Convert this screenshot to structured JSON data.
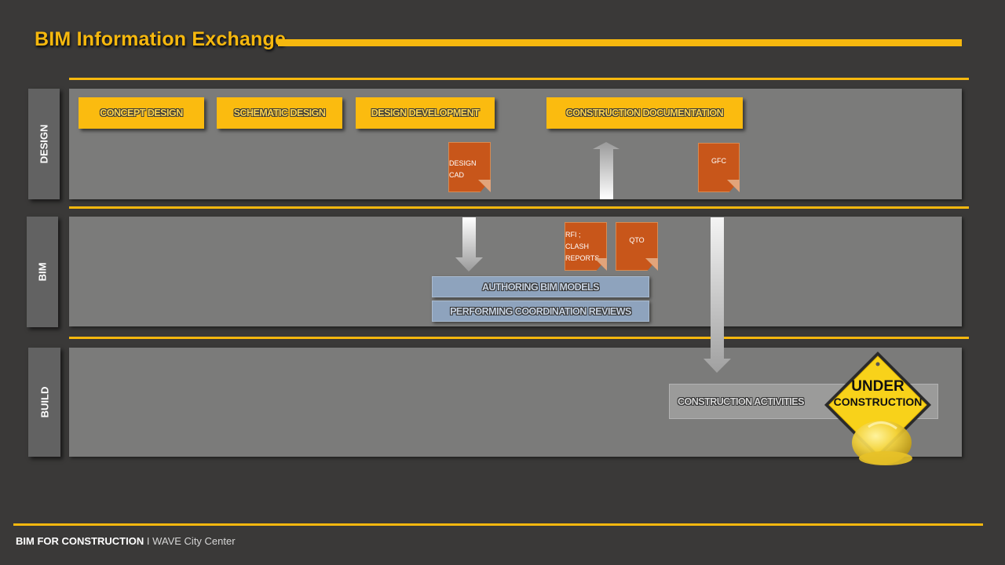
{
  "title": "BIM Information Exchange",
  "lanes": {
    "design": "DESIGN",
    "bim": "BIM",
    "build": "BUILD"
  },
  "phases": {
    "concept": "CONCEPT DESIGN",
    "schematic": "SCHEMATIC DESIGN",
    "development": "DESIGN DEVELOPMENT",
    "documentation": "CONSTRUCTION DOCUMENTATION"
  },
  "documents": {
    "design_cad_line1": "DESIGN",
    "design_cad_line2": "CAD",
    "gfc": "GFC",
    "rfi_line1": "RFI ;",
    "rfi_line2": "CLASH",
    "rfi_line3": "REPORTS",
    "qto": "QTO"
  },
  "bim_processes": {
    "authoring": "AUTHORING BIM MODELS",
    "coordination": "PERFORMING COORDINATION REVIEWS"
  },
  "build": {
    "activities": "CONSTRUCTION ACTIVITIES",
    "sign_line1": "UNDER",
    "sign_line2": "CONSTRUCTION"
  },
  "footer": {
    "brand": "BIM FOR CONSTRUCTION",
    "separator": "I",
    "project": "WAVE City Center"
  },
  "colors": {
    "background": "#3a3938",
    "accent": "#f6b80e",
    "lane": "#7b7b7a",
    "document": "#c8561a",
    "bim_box": "#8ea3bd"
  }
}
